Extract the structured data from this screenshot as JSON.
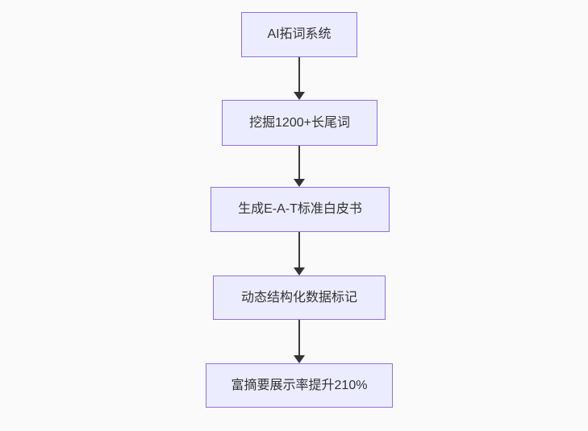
{
  "diagram": {
    "type": "flowchart",
    "direction": "top-down",
    "background_color": "#fafafa",
    "node_fill_color": "#ECECFF",
    "node_border_color": "#9370DB",
    "arrow_color": "#333333",
    "text_color": "#333333",
    "nodes": [
      {
        "label": "AI拓词系统"
      },
      {
        "label": "挖掘1200+长尾词"
      },
      {
        "label": "生成E-A-T标准白皮书"
      },
      {
        "label": "动态结构化数据标记"
      },
      {
        "label": "富摘要展示率提升210%"
      }
    ],
    "edges": [
      {
        "from": "AI拓词系统",
        "to": "挖掘1200+长尾词"
      },
      {
        "from": "挖掘1200+长尾词",
        "to": "生成E-A-T标准白皮书"
      },
      {
        "from": "生成E-A-T标准白皮书",
        "to": "动态结构化数据标记"
      },
      {
        "from": "动态结构化数据标记",
        "to": "富摘要展示率提升210%"
      }
    ]
  }
}
